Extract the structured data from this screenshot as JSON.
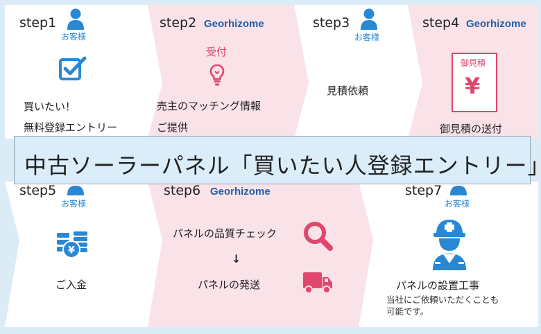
{
  "colors": {
    "customer_panel": "#ffffff",
    "company_panel": "#f9e3e8",
    "frame": "#dcecf6",
    "accent_blue": "#2a88d2",
    "accent_red": "#e0476c",
    "brand_blue": "#1f5fa8"
  },
  "steps": [
    {
      "label": "step1",
      "actor": "お客様",
      "icon": "checkbox-icon",
      "lines": [
        "買いたい！",
        "無料登録エントリー"
      ]
    },
    {
      "label": "step2",
      "actor": "Georhizome",
      "heading": "受付",
      "icon": "lightbulb-icon",
      "lines": [
        "売主のマッチング情報",
        "ご提供"
      ]
    },
    {
      "label": "step3",
      "actor": "お客様",
      "icon": "person-icon",
      "lines": [
        "見積依頼"
      ]
    },
    {
      "label": "step4",
      "actor": "Georhizome",
      "card_title": "御見積",
      "card_symbol": "¥",
      "icon": "yen-card-icon",
      "lines": [
        "御見積の送付"
      ]
    },
    {
      "label": "step5",
      "actor": "お客様",
      "icon": "money-icon",
      "lines": [
        "ご入金"
      ]
    },
    {
      "label": "step6",
      "actor": "Georhizome",
      "icon": "magnifier-icon",
      "lines": [
        "パネルの品質チェック",
        "パネルの発送"
      ],
      "arrow": "↓",
      "icon2": "truck-icon"
    },
    {
      "label": "step7",
      "actor": "お客様",
      "icon": "worker-icon",
      "lines": [
        "パネルの設置工事"
      ],
      "note": [
        "当社にご依頼いただくことも",
        "可能です。"
      ]
    }
  ],
  "banner": "中古ソーラーパネル「買いたい人登録エントリー」"
}
